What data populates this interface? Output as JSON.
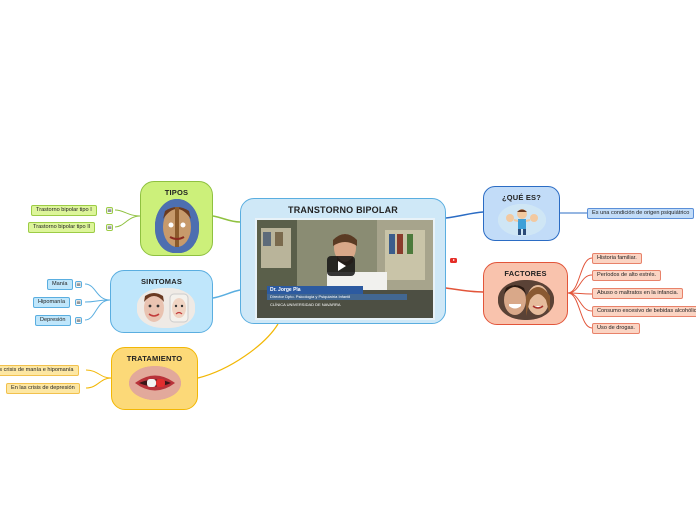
{
  "central": {
    "title": "TRANSTORNO BIPOLAR"
  },
  "video": {
    "presenter_name": "Dr. Jorge Pla",
    "presenter_role": "Director Dpto. Psicología y Psiquiatría Infantil",
    "institution": "CLÍNICA UNIVERSIDAD DE NAVARRA"
  },
  "tipos": {
    "title": "TIPOS",
    "items": [
      "Trastorno bipolar tipo I",
      "Trastorno bipolar tipo II"
    ]
  },
  "sintomas": {
    "title": "SINTOMAS",
    "items": [
      "Manía",
      "Hipomanía",
      "Depresión"
    ]
  },
  "tratamiento": {
    "title": "TRATAMIENTO",
    "items": [
      "Las crisis de manía e hipomanía",
      "En las crisis de depresión"
    ]
  },
  "que_es": {
    "title": "¿QUÉ ES?",
    "items": [
      "Es una condición de origen psiquiátrico"
    ]
  },
  "factores": {
    "title": "FACTORES",
    "items": [
      "Historia familiar.",
      "Períodos de alto estrés.",
      "Abuso o maltratos en la infancia.",
      "Consumo excesivo de bebidas alcohólicas",
      "Uso de drogas."
    ]
  },
  "colors": {
    "central": "#cfe8f7",
    "tipos": "#ccf07a",
    "sintomas": "#bfe6fb",
    "tratamiento": "#fcd978",
    "que_es": "#c2dcf8",
    "factores": "#f9c3ad",
    "youtube": "#e52d27"
  }
}
